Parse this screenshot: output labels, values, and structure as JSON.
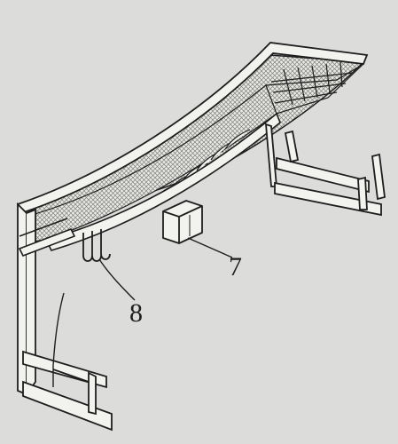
{
  "diagram": {
    "callouts": [
      {
        "id": "7",
        "text": "7",
        "target": "utensil-holder"
      },
      {
        "id": "8",
        "text": "8",
        "target": "hooks"
      }
    ]
  },
  "colors": {
    "background": "#dcdcda",
    "ink": "#1e1e1e",
    "mesh": "#8a8a86",
    "frame_fill": "#f2f2ef"
  }
}
